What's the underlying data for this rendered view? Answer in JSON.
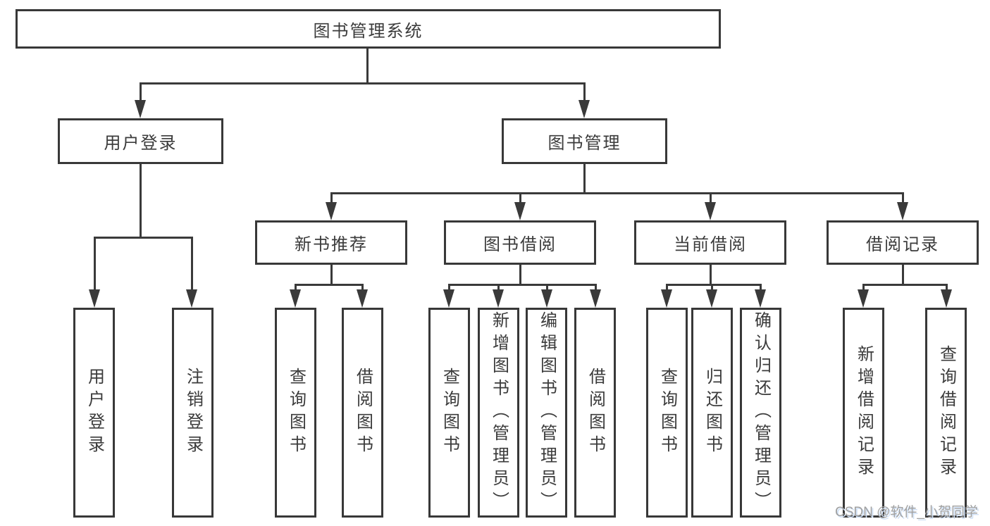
{
  "title": "图书管理系统",
  "level2": [
    {
      "label": "用户登录"
    },
    {
      "label": "图书管理"
    }
  ],
  "level3": [
    {
      "label": "新书推荐"
    },
    {
      "label": "图书借阅"
    },
    {
      "label": "当前借阅"
    },
    {
      "label": "借阅记录"
    }
  ],
  "leaves": {
    "user_login": [
      "用户登录",
      "注销登录"
    ],
    "new_book_recommend": [
      "查询图书",
      "借阅图书"
    ],
    "book_borrow": [
      "查询图书",
      "新增图书（管理员）",
      "编辑图书（管理员）",
      "借阅图书"
    ],
    "current_borrow": [
      "查询图书",
      "归还图书",
      "确认归还（管理员）"
    ],
    "borrow_record": [
      "新增借阅记录",
      "查询借阅记录"
    ]
  },
  "watermark": "CSDN @软件_小贺同学",
  "colors": {
    "line": "#3a3a3a",
    "text": "#3b3b3b",
    "watermark_text": "#a0a0a0",
    "watermark_shadow": "#cfe0f6"
  }
}
